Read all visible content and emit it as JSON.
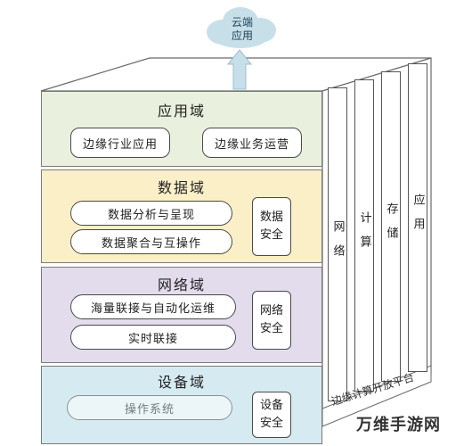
{
  "cloud": {
    "line1": "云端",
    "line2": "应用"
  },
  "domains": {
    "app": {
      "title": "应用域",
      "items": [
        "边缘行业应用",
        "边缘业务运营"
      ]
    },
    "data": {
      "title": "数据域",
      "items": [
        "数据分析与呈现",
        "数据聚合与互操作"
      ],
      "security": "数据安全"
    },
    "network": {
      "title": "网络域",
      "items": [
        "海量联接与自动化运维",
        "实时联接"
      ],
      "security": "网络安全"
    },
    "device": {
      "title": "设备域",
      "items": [
        "操作系统"
      ],
      "security": "设备安全"
    }
  },
  "side_columns": [
    "网络",
    "计算",
    "存储",
    "应用"
  ],
  "platform_label": "边缘计算开放平台",
  "watermark": "万维手游网",
  "colors": {
    "app_bg": "#e9f0de",
    "data_bg": "#fbefc8",
    "network_bg": "#e2dcec",
    "device_bg": "#d6ebf1",
    "cloud": "#c7dfe9"
  }
}
